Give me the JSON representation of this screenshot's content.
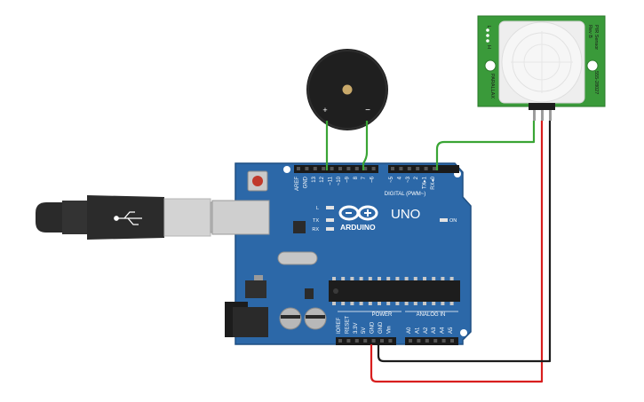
{
  "board": {
    "brand": "ARDUINO",
    "model": "UNO",
    "digital_header": "DIGITAL (PWM~)",
    "power_header": "POWER",
    "analog_header": "ANALOG IN",
    "on_label": "ON",
    "led_labels": {
      "l": "L",
      "tx": "TX",
      "rx": "RX"
    },
    "digital_pins": [
      "AREF",
      "GND",
      "13",
      "12",
      "~11",
      "~10",
      "~9",
      "8",
      "7",
      "~6",
      "~5",
      "4",
      "~3",
      "2",
      "TX▸1",
      "RX◂0"
    ],
    "power_pins": [
      "IOREF",
      "RESET",
      "3.3V",
      "5V",
      "GND",
      "GND",
      "Vin"
    ],
    "analog_pins": [
      "A0",
      "A1",
      "A2",
      "A3",
      "A4",
      "A5"
    ]
  },
  "buzzer": {
    "plus_label": "+",
    "minus_label": "−"
  },
  "pir": {
    "title_line1": "PIR Sensor",
    "title_line2": "Rev B",
    "brand": "PARALLAX",
    "part_number": "555-28027",
    "jumper_labels": [
      "L",
      "H"
    ]
  },
  "colors": {
    "board_blue": "#2c68a8",
    "board_dark": "#1f4f82",
    "wire_green": "#3aa535",
    "wire_red": "#d81e1e",
    "wire_black": "#1c1c1c",
    "pir_green": "#3a9a3a"
  }
}
